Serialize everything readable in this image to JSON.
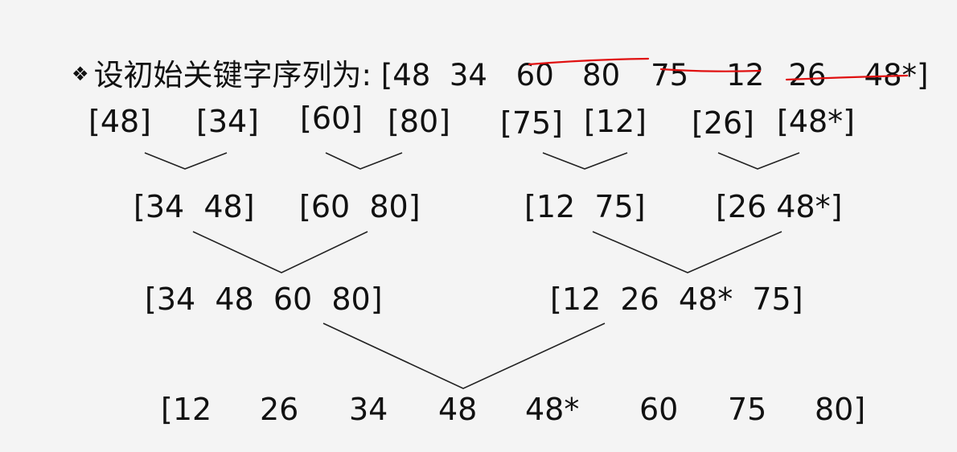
{
  "title": {
    "bullet": "❖",
    "prefix": "设初始关键字序列为: [48  34 ",
    "pairs": [
      "60   80",
      "75    12",
      "26    48*]"
    ]
  },
  "level0": [
    "[48]",
    "[34]",
    "[60]",
    "[80]",
    "[75]",
    "[12]",
    "[26]",
    "[48*]"
  ],
  "level1": [
    "[34  48]",
    "[60  80]",
    "[12  75]",
    "[26 48*]"
  ],
  "level2": [
    "[34  48  60  80]",
    "[12  26  48*  75]"
  ],
  "level3": [
    "[12",
    "26",
    "34",
    "48",
    "48*",
    "60",
    "75",
    "80]"
  ],
  "colors": {
    "underline": "#e01010",
    "text": "#111111",
    "line": "#222222"
  }
}
